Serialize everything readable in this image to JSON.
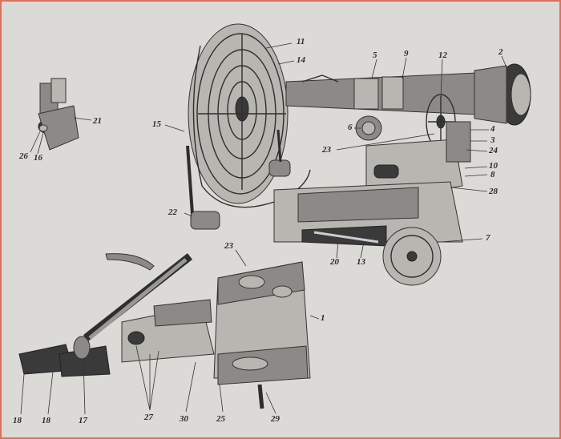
{
  "figure": {
    "accent_border": "#d9735e",
    "labels": [
      {
        "id": "l11",
        "text": "11"
      },
      {
        "id": "l14",
        "text": "14"
      },
      {
        "id": "l5",
        "text": "5"
      },
      {
        "id": "l9",
        "text": "9"
      },
      {
        "id": "l12",
        "text": "12"
      },
      {
        "id": "l2",
        "text": "2"
      },
      {
        "id": "l21",
        "text": "21"
      },
      {
        "id": "l15",
        "text": "15"
      },
      {
        "id": "l6",
        "text": "6"
      },
      {
        "id": "l4",
        "text": "4"
      },
      {
        "id": "l3",
        "text": "3"
      },
      {
        "id": "l24",
        "text": "24"
      },
      {
        "id": "l23a",
        "text": "23"
      },
      {
        "id": "l10",
        "text": "10"
      },
      {
        "id": "l8",
        "text": "8"
      },
      {
        "id": "l28",
        "text": "28"
      },
      {
        "id": "l26",
        "text": "26"
      },
      {
        "id": "l16",
        "text": "16"
      },
      {
        "id": "l22",
        "text": "22"
      },
      {
        "id": "l7",
        "text": "7"
      },
      {
        "id": "l20",
        "text": "20"
      },
      {
        "id": "l13",
        "text": "13"
      },
      {
        "id": "l23b",
        "text": "23"
      },
      {
        "id": "l1",
        "text": "1"
      },
      {
        "id": "l18a",
        "text": "18"
      },
      {
        "id": "l18b",
        "text": "18"
      },
      {
        "id": "l17",
        "text": "17"
      },
      {
        "id": "l27",
        "text": "27"
      },
      {
        "id": "l30",
        "text": "30"
      },
      {
        "id": "l25",
        "text": "25"
      },
      {
        "id": "l29",
        "text": "29"
      }
    ]
  }
}
